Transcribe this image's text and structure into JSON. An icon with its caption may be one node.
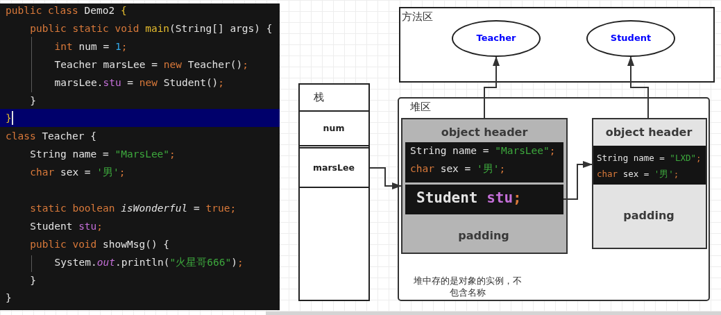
{
  "diagram": {
    "nodes": [
      {
        "text": [
          "方法区"
        ]
      },
      {
        "text": [
          "Teacher"
        ],
        "in": 0
      },
      {
        "text": [
          "Student"
        ],
        "in": 0
      },
      {
        "text": [
          "栈"
        ]
      },
      {
        "text": [
          "num"
        ],
        "in": 3
      },
      {
        "text": [
          "marsLee"
        ],
        "in": 3
      },
      {
        "text": [
          "堆区",
          "堆中存的是对象的实例，不包含名称"
        ]
      },
      {
        "text": [
          "object header",
          "padding"
        ],
        "in": 6
      },
      {
        "text": [
          "String name = \"MarsLee\";",
          "char sex = '男';"
        ],
        "in": 7
      },
      {
        "text": [
          "Student stu;"
        ],
        "in": 7
      },
      {
        "text": [
          "object header",
          "padding"
        ],
        "in": 6
      },
      {
        "text": [
          "String name = \"LXD\";",
          "char sex = '男';"
        ],
        "in": 10
      }
    ],
    "edges": [
      {
        "from": 5,
        "to": 7,
        "arrow": "to"
      },
      {
        "from": 7,
        "to": 1,
        "arrow": "to"
      },
      {
        "from": 10,
        "to": 2,
        "arrow": "to"
      },
      {
        "from": 9,
        "to": 10,
        "arrow": "to"
      }
    ],
    "labels": [
      "public class Demo2 {",
      "public static void main(String[] args) {",
      "int num = 1;",
      "Teacher marsLee = new Teacher();",
      "marsLee.stu = new Student();",
      "}",
      "}",
      "class Teacher {",
      "String name = \"MarsLee\";",
      "char sex = '男';",
      "static boolean *isWonderful* = true;",
      "Student stu;",
      "public void showMsg() {",
      "System.*out*.println(\"火星哥666\");",
      "}",
      "}"
    ]
  }
}
